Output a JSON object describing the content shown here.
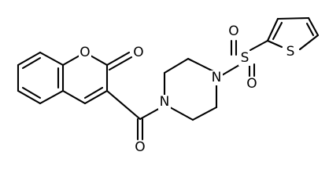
{
  "molecule": {
    "atoms": {
      "ring_oxygen": "O",
      "lactone_oxygen": "O",
      "carbonyl_oxygen": "O",
      "piperazine_n_left": "N",
      "piperazine_n_right": "N",
      "sulfonyl_sulfur": "S",
      "sulfonyl_oxygen_top": "O",
      "sulfonyl_oxygen_bottom": "O",
      "thiophene_sulfur": "S"
    }
  }
}
